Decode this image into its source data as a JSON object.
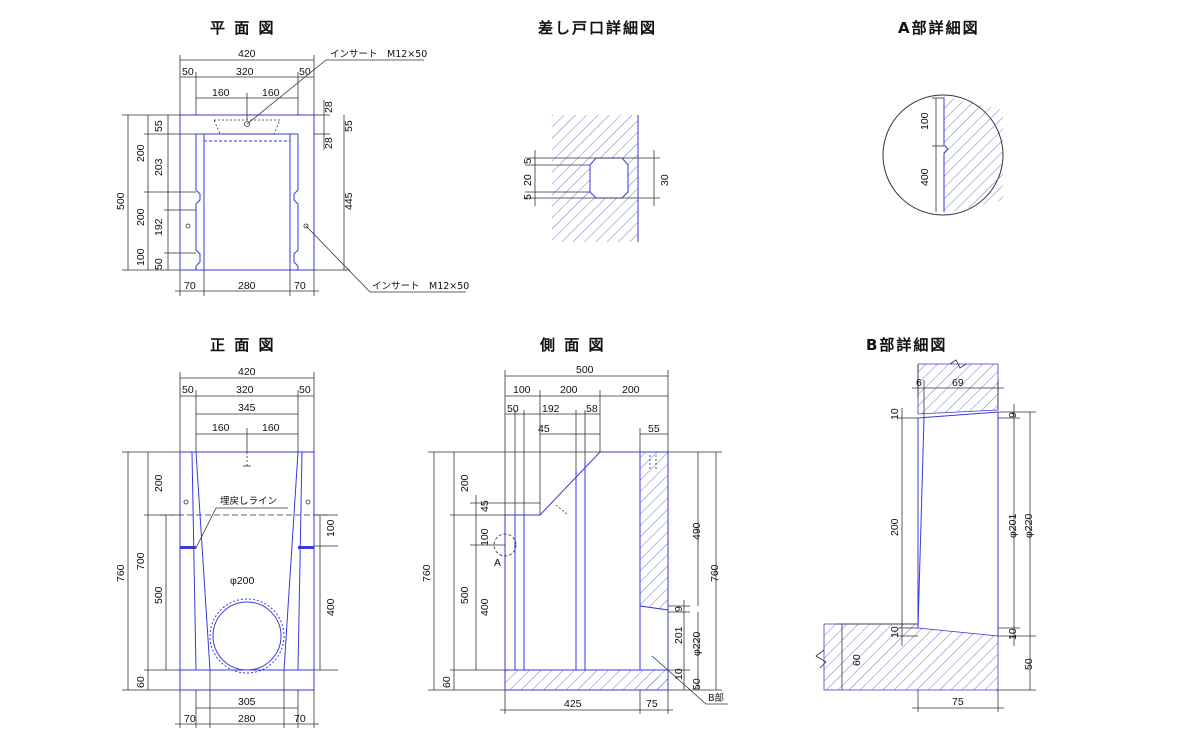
{
  "titles": {
    "plan": "平 面 図",
    "door_detail": "差し戸口詳細図",
    "a_detail": "A部詳細図",
    "front": "正 面 図",
    "side": "側 面 図",
    "b_detail": "B部詳細図"
  },
  "notes": {
    "insert_top": "インサート　M12×50",
    "insert_bottom": "インサート　M12×50",
    "backfill": "埋戻しライン",
    "a_label": "A",
    "b_label": "B部",
    "pipe": "φ200"
  },
  "plan_dims": {
    "w420": "420",
    "w50a": "50",
    "w320": "320",
    "w50b": "50",
    "w160a": "160",
    "w160b": "160",
    "r28a": "28",
    "r55": "55",
    "r28b": "28",
    "r445": "445",
    "l500": "500",
    "l55": "55",
    "l200a": "200",
    "l203": "203",
    "l200b": "200",
    "l192": "192",
    "l100": "100",
    "l50": "50",
    "b70a": "70",
    "b280": "280",
    "b70b": "70"
  },
  "door_dims": {
    "d5a": "5",
    "d20": "20",
    "d5b": "5",
    "d30": "30"
  },
  "a_dims": {
    "a100": "100",
    "a400": "400"
  },
  "front_dims": {
    "w420": "420",
    "w50a": "50",
    "w320": "320",
    "w50b": "50",
    "w345": "345",
    "w160a": "160",
    "w160b": "160",
    "l760": "760",
    "l200": "200",
    "l700": "700",
    "l500": "500",
    "l60": "60",
    "r100": "100",
    "r400": "400",
    "b305": "305",
    "b70a": "70",
    "b280": "280",
    "b70b": "70"
  },
  "side_dims": {
    "w500": "500",
    "w100": "100",
    "w200a": "200",
    "w200b": "200",
    "w50": "50",
    "w192": "192",
    "w58": "58",
    "w45a": "45",
    "w55": "55",
    "l760": "760",
    "l200": "200",
    "l45": "45",
    "l100": "100",
    "l500": "500",
    "l400": "400",
    "l60": "60",
    "r490": "490",
    "r760": "760",
    "r9": "9",
    "r201": "201",
    "r220": "φ220",
    "r10": "10",
    "r50": "50",
    "b425": "425",
    "b75": "75"
  },
  "b_dims": {
    "t6": "6",
    "t69": "69",
    "l10a": "10",
    "r9": "9",
    "l200": "200",
    "r201": "φ201",
    "r220": "φ220",
    "l10b": "10",
    "r10": "10",
    "l60": "60",
    "r50": "50",
    "b75": "75"
  }
}
